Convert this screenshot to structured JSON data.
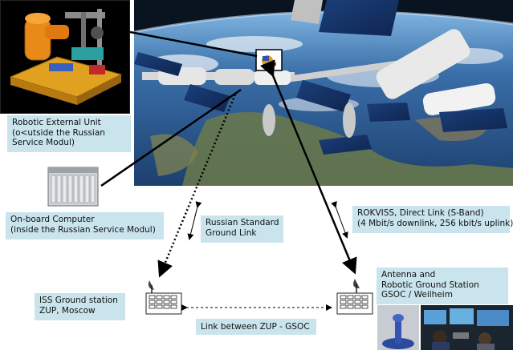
{
  "labels": {
    "robotic_unit": [
      "Robotic External Unit",
      "(o<utside the Russian",
      "Service Modul)"
    ],
    "onboard_computer": [
      "On-board Computer",
      "(inside the Russian Service Modul)"
    ],
    "russian_link": [
      "Russian Standard",
      "Ground Link"
    ],
    "direct_link": [
      "ROKVISS, Direct Link (S-Band)",
      "(4 Mbit/s downlink, 256 kbit/s uplink)"
    ],
    "iss_ground": [
      "ISS Ground station",
      "ZUP, Moscow"
    ],
    "gsoc_station": [
      "Antenna and",
      "Robotic Ground Station",
      "GSOC / Weilheim"
    ],
    "zup_gsoc_link": "Link between ZUP - GSOC"
  },
  "icons": {
    "robot": "robotic-external-unit-photo",
    "computer": "onboard-computer-rack",
    "antenna": "satellite-dish",
    "station": "ground-station-building"
  },
  "colors": {
    "label_bg": "#c9e4ec",
    "arrow": "#000000",
    "space": "#0a1420",
    "ocean": "#2a5a8c"
  }
}
